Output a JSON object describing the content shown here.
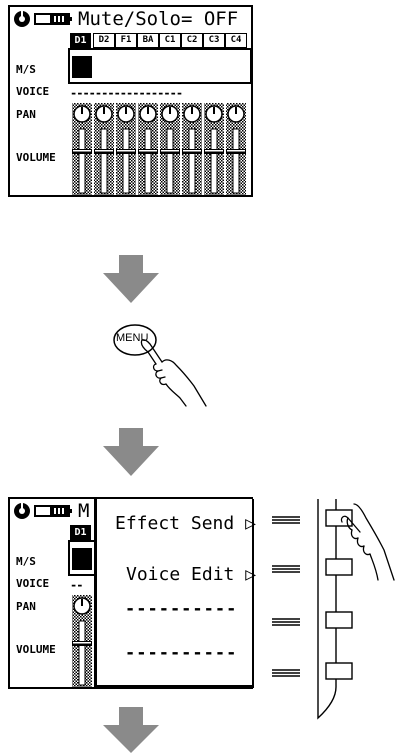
{
  "screen1": {
    "status": "Mute/Solo= OFF",
    "row_labels": {
      "ms": "M/S",
      "voice": "VOICE",
      "pan": "PAN",
      "volume": "VOLUME"
    },
    "voice_dashes": "------------------",
    "tracks": [
      "D1",
      "D2",
      "F1",
      "BA",
      "C1",
      "C2",
      "C3",
      "C4"
    ]
  },
  "menu_button_label": "MENU",
  "screen2": {
    "status_initial": "M",
    "track": "D1",
    "row_labels": {
      "ms": "M/S",
      "voice": "VOICE",
      "pan": "PAN",
      "volume": "VOLUME"
    },
    "voice_dashes": "--",
    "menu": [
      {
        "label": "Effect Send",
        "arrow": "▷"
      },
      {
        "label": "Voice Edit",
        "arrow": "▷"
      },
      {
        "label": "----------"
      },
      {
        "label": "----------"
      }
    ]
  },
  "icons": [
    "down-arrow-icon",
    "pointing-hand-icon",
    "power-icon",
    "battery-icon"
  ]
}
